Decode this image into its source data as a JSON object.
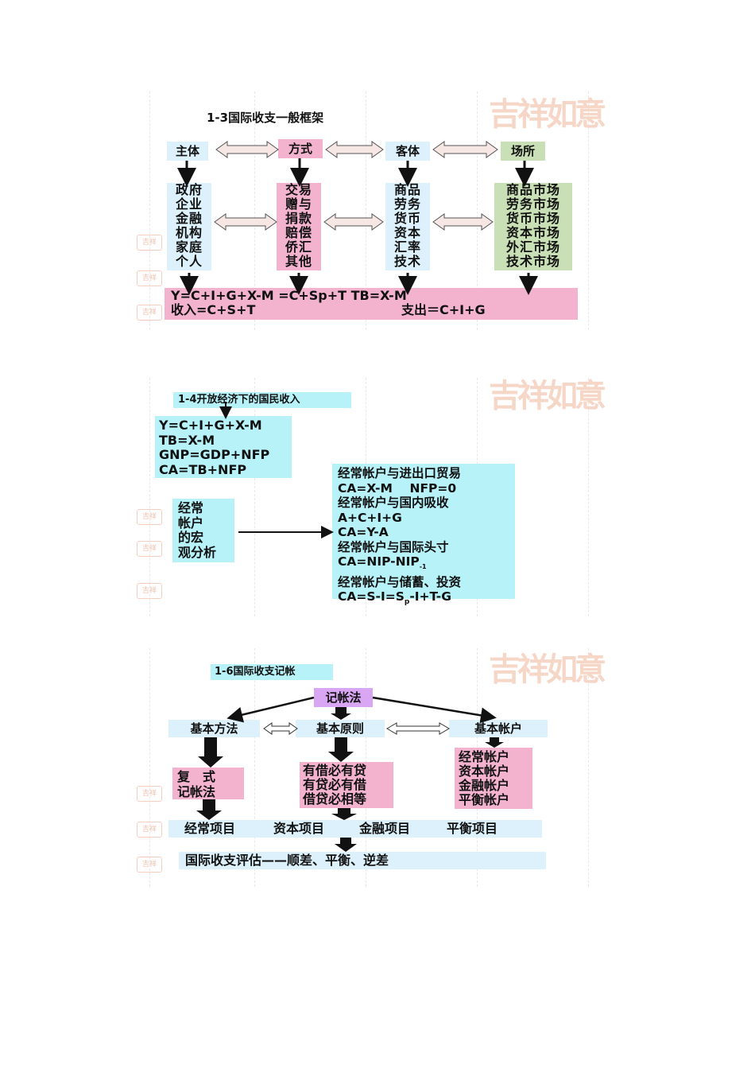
{
  "watermark_glyphs": "吉祥如意",
  "seal_glyph": "吉祥",
  "fig13": {
    "title": "1-3国际收支一般框架",
    "headers": [
      "主体",
      "方式",
      "客体",
      "场所"
    ],
    "columns": [
      "政府\n企业\n金融\n机构\n家庭\n个人",
      "交易\n赠与\n捐款\n赔偿\n侨汇\n其他",
      "商品\n劳务\n货币\n资本\n汇率\n技术",
      "商品市场\n劳务市场\n货币市场\n资本市场\n外汇市场\n技术市场"
    ],
    "formula_line1": "Y=C+I+G+X-M  =C+Sp+T     TB=X-M",
    "formula_line2a": "收入=C+S+T",
    "formula_line2b": "支出＝C+I+G"
  },
  "fig14": {
    "title": "1-4开放经济下的国民收入",
    "left_formulas": "Y=C+I+G+X-M\nTB=X-M\nGNP=GDP+NFP\nCA=TB+NFP",
    "macro_label": "经常\n帐户\n的宏\n观分析",
    "right_lines": [
      "经常帐户与进出口贸易",
      "CA=X-M    NFP=0",
      "经常帐户与国内吸收",
      "A+C+I+G",
      "CA=Y-A",
      "经常帐户与国际头寸",
      "CA=NIP-NIP",
      "经常帐户与储蓄、投资",
      "CA=S-I=S"
    ],
    "sub_minus1": "-1",
    "sub_p": "p",
    "line9_tail": "-I+T-G"
  },
  "fig16": {
    "title": "1-6国际收支记帐",
    "root": "记帐法",
    "level1": [
      "基本方法",
      "基本原则",
      "基本帐户"
    ],
    "method": "复　式\n记帐法",
    "principle": "有借必有贷\n有贷必有借\n借贷必相等",
    "accounts": "经常帐户\n资本帐户\n金融帐户\n平衡帐户",
    "items": [
      "经常项目",
      "资本项目",
      "金融项目",
      "平衡项目"
    ],
    "evaluation": "国际收支评估——顺差、平衡、逆差"
  }
}
